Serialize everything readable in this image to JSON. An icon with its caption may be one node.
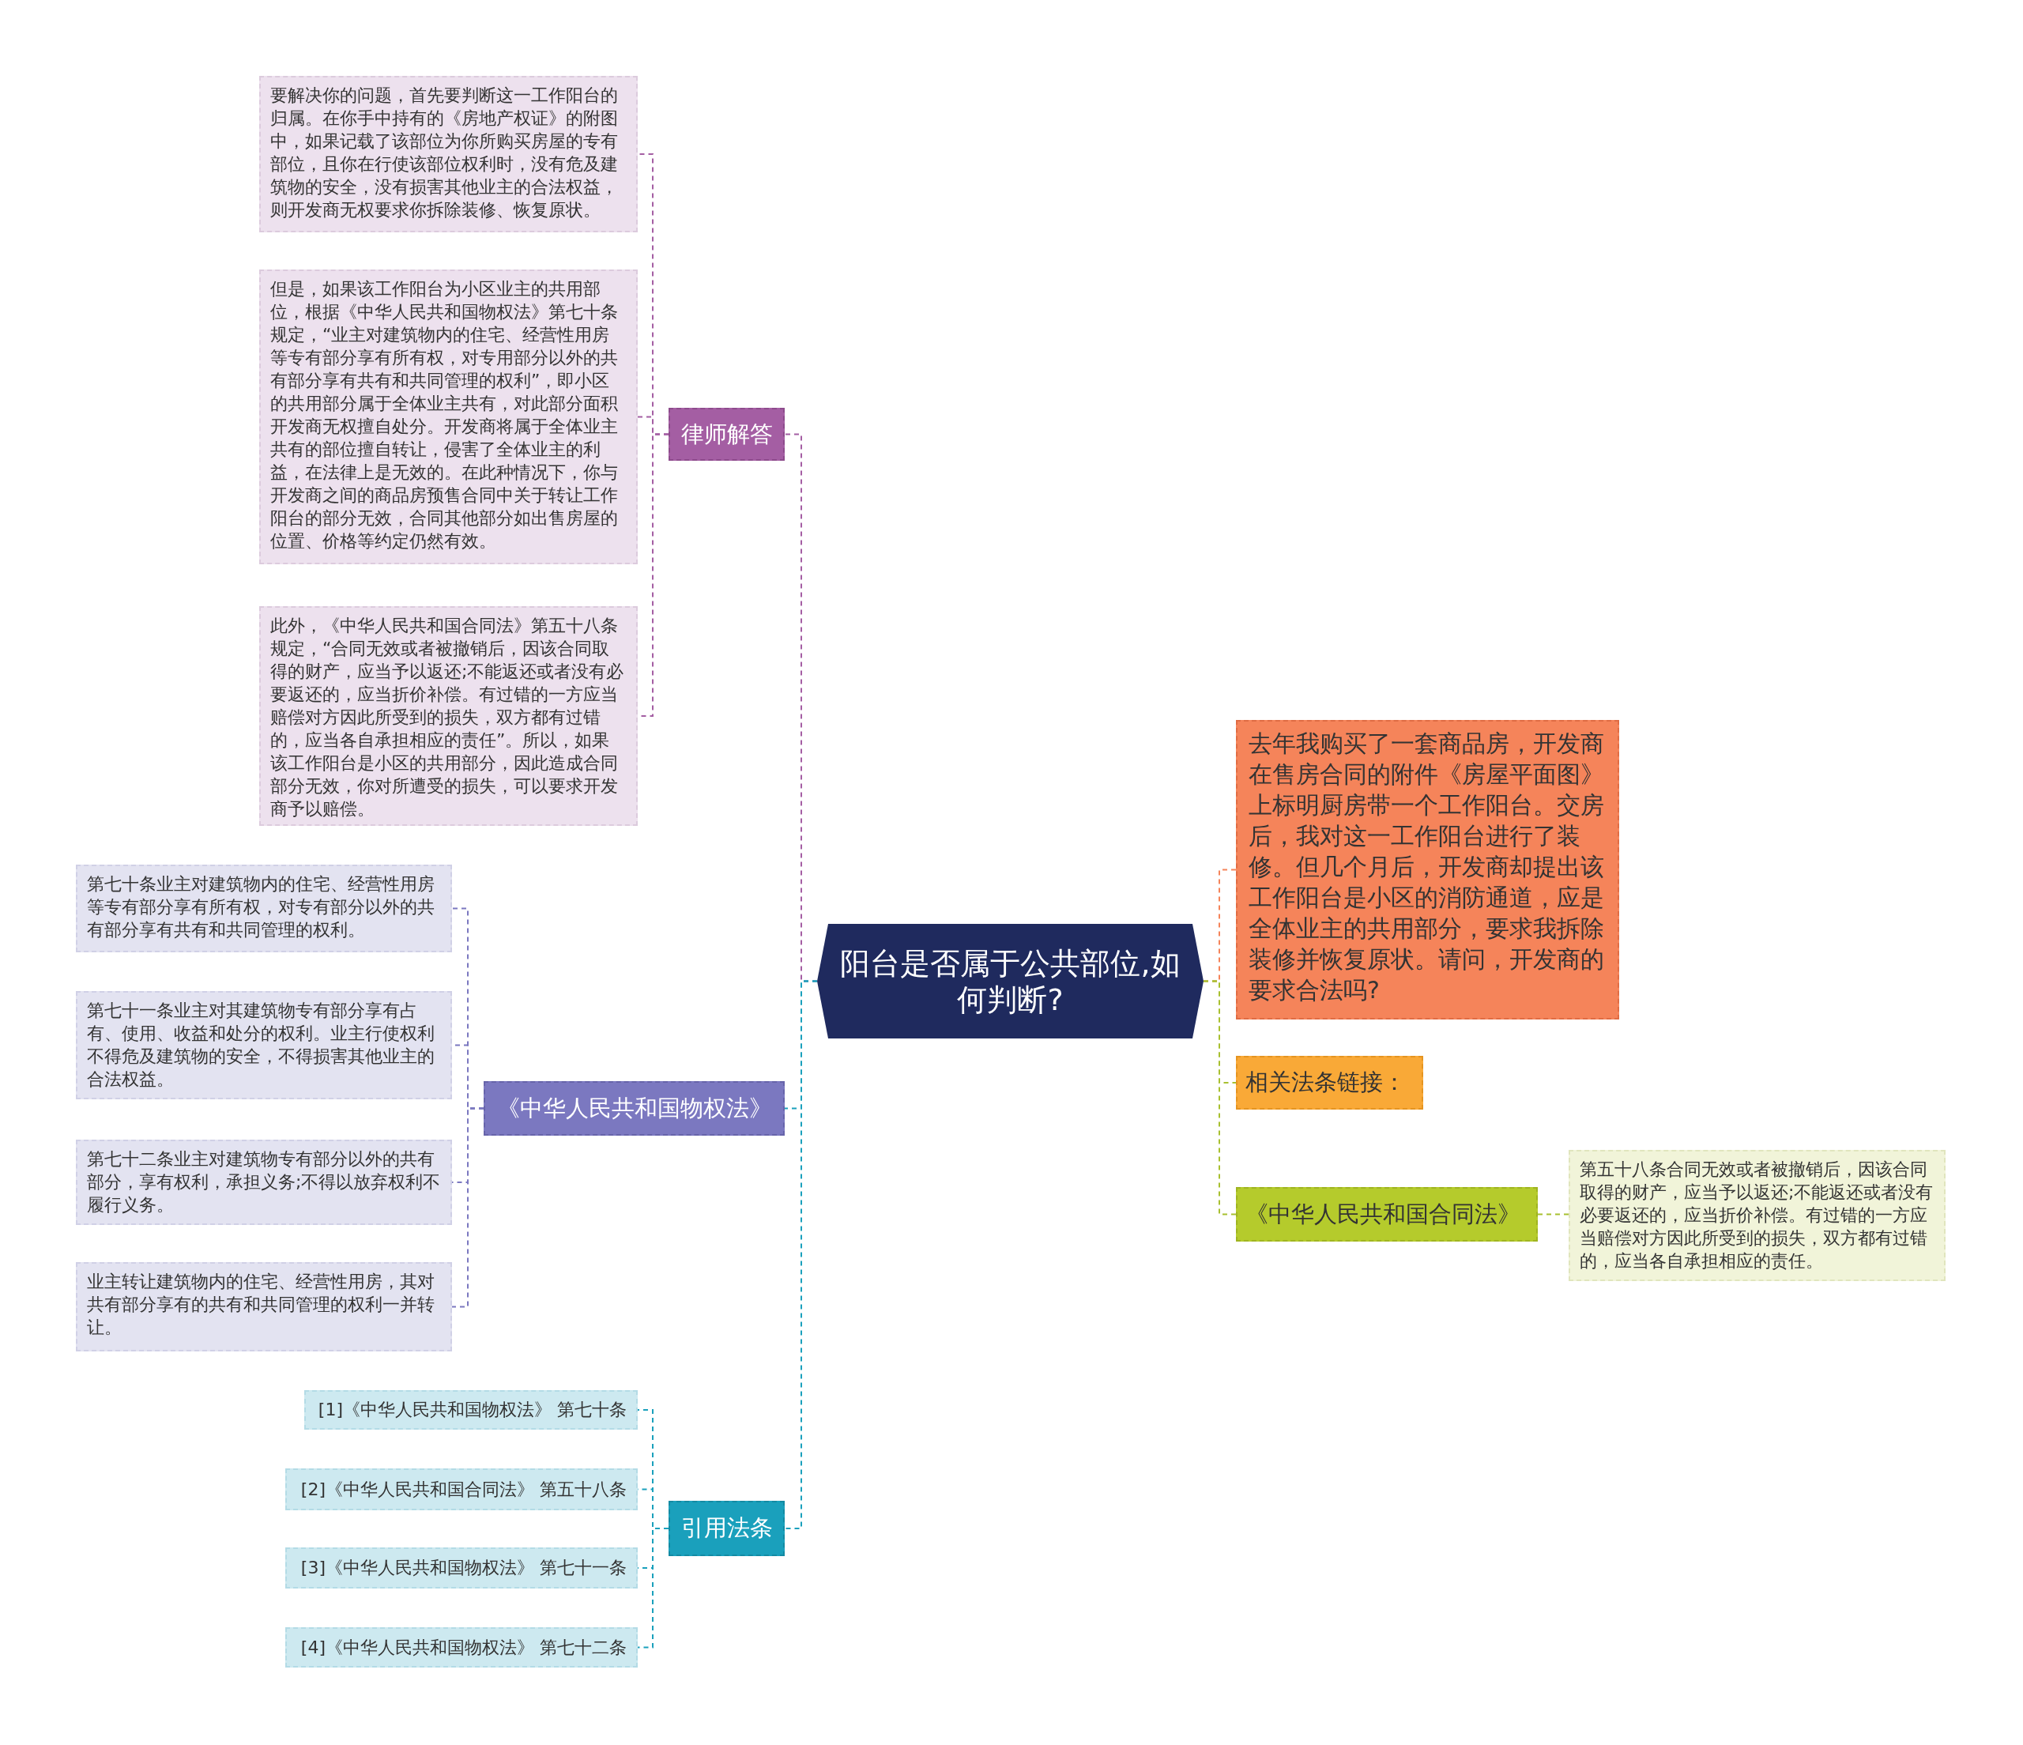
{
  "diagram": {
    "nodes": [
      {
        "text": [
          "阳台是否属于公共部位,如何判断?"
        ]
      },
      {
        "text": [
          "律师解答"
        ]
      },
      {
        "text": [
          "要解决你的问题，首先要判断这一工作阳台的归属。在你手中持有的《房地产权证》的附图中，如果记载了该部位为你所购买房屋的专有部位，且你在行使该部位权利时，没有危及建筑物的安全，没有损害其他业主的合法权益，则开发商无权要求你拆除装修、恢复原状。"
        ]
      },
      {
        "text": [
          "但是，如果该工作阳台为小区业主的共用部位，根据《中华人民共和国物权法》第七十条规定，“业主对建筑物内的住宅、经营性用房等专有部分享有所有权，对专用部分以外的共有部分享有共有和共同管理的权利”，即小区的共用部分属于全体业主共有，对此部分面积开发商无权擅自处分。开发商将属于全体业主共有的部位擅自转让，侵害了全体业主的利益，在法律上是无效的。在此种情况下，你与开发商之间的商品房预售合同中关于转让工作阳台的部分无效，合同其他部分如出售房屋的位置、价格等约定仍然有效。"
        ]
      },
      {
        "text": [
          "此外，《中华人民共和国合同法》第五十八条规定，“合同无效或者被撤销后，因该合同取得的财产，应当予以返还;不能返还或者没有必要返还的，应当折价补偿。有过错的一方应当赔偿对方因此所受到的损失，双方都有过错的，应当各自承担相应的责任”。所以，如果该工作阳台是小区的共用部分，因此造成合同部分无效，你对所遭受的损失，可以要求开发商予以赔偿。"
        ]
      },
      {
        "text": [
          "《中华人民共和国物权法》"
        ]
      },
      {
        "text": [
          "第七十条业主对建筑物内的住宅、经营性用房等专有部分享有所有权，对专有部分以外的共有部分享有共有和共同管理的权利。"
        ]
      },
      {
        "text": [
          "第七十一条业主对其建筑物专有部分享有占有、使用、收益和处分的权利。业主行使权利不得危及建筑物的安全，不得损害其他业主的合法权益。"
        ]
      },
      {
        "text": [
          "第七十二条业主对建筑物专有部分以外的共有部分，享有权利，承担义务;不得以放弃权利不履行义务。"
        ]
      },
      {
        "text": [
          "业主转让建筑物内的住宅、经营性用房，其对共有部分享有的共有和共同管理的权利一并转让。"
        ]
      },
      {
        "text": [
          "引用法条"
        ]
      },
      {
        "text": [
          "[1]《中华人民共和国物权法》 第七十条"
        ]
      },
      {
        "text": [
          "[2]《中华人民共和国合同法》 第五十八条"
        ]
      },
      {
        "text": [
          "[3]《中华人民共和国物权法》 第七十一条"
        ]
      },
      {
        "text": [
          "[4]《中华人民共和国物权法》 第七十二条"
        ]
      },
      {
        "text": [
          "去年我购买了一套商品房，开发商在售房合同的附件《房屋平面图》上标明厨房带一个工作阳台。交房后，我对这一工作阳台进行了装修。但几个月后，开发商却提出该工作阳台是小区的消防通道，应是全体业主的共用部分，要求我拆除装修并恢复原状。请问，开发商的要求合法吗?"
        ]
      },
      {
        "text": [
          "相关法条链接："
        ]
      },
      {
        "text": [
          "《中华人民共和国合同法》"
        ]
      },
      {
        "text": [
          "第五十八条合同无效或者被撤销后，因该合同取得的财产，应当予以返还;不能返还或者没有必要返还的，应当折价补偿。有过错的一方应当赔偿对方因此所受到的损失，双方都有过错的，应当各自承担相应的责任。"
        ]
      }
    ],
    "edges": [
      {
        "from": 0,
        "to": 1,
        "arrow": "none",
        "style": "dashed",
        "color": "#a45ea3"
      },
      {
        "from": 1,
        "to": 2,
        "arrow": "none",
        "style": "dashed",
        "color": "#a45ea3"
      },
      {
        "from": 1,
        "to": 3,
        "arrow": "none",
        "style": "dashed",
        "color": "#a45ea3"
      },
      {
        "from": 1,
        "to": 4,
        "arrow": "none",
        "style": "dashed",
        "color": "#a45ea3"
      },
      {
        "from": 0,
        "to": 5,
        "arrow": "none",
        "style": "dashed",
        "color": "#1aa0bc"
      },
      {
        "from": 5,
        "to": 6,
        "arrow": "none",
        "style": "dashed",
        "color": "#7b78c0"
      },
      {
        "from": 5,
        "to": 7,
        "arrow": "none",
        "style": "dashed",
        "color": "#7b78c0"
      },
      {
        "from": 5,
        "to": 8,
        "arrow": "none",
        "style": "dashed",
        "color": "#7b78c0"
      },
      {
        "from": 5,
        "to": 9,
        "arrow": "none",
        "style": "dashed",
        "color": "#7b78c0"
      },
      {
        "from": 0,
        "to": 10,
        "arrow": "none",
        "style": "dashed",
        "color": "#1aa0bc"
      },
      {
        "from": 10,
        "to": 11,
        "arrow": "none",
        "style": "dashed",
        "color": "#1aa0bc"
      },
      {
        "from": 10,
        "to": 12,
        "arrow": "none",
        "style": "dashed",
        "color": "#1aa0bc"
      },
      {
        "from": 10,
        "to": 13,
        "arrow": "none",
        "style": "dashed",
        "color": "#1aa0bc"
      },
      {
        "from": 10,
        "to": 14,
        "arrow": "none",
        "style": "dashed",
        "color": "#1aa0bc"
      },
      {
        "from": 0,
        "to": 15,
        "arrow": "none",
        "style": "dashed",
        "color": "#f5845a"
      },
      {
        "from": 0,
        "to": 16,
        "arrow": "none",
        "style": "dashed",
        "color": "#a8c030"
      },
      {
        "from": 0,
        "to": 17,
        "arrow": "none",
        "style": "dashed",
        "color": "#a8c030"
      },
      {
        "from": 17,
        "to": 18,
        "arrow": "none",
        "style": "dashed",
        "color": "#a8c030"
      }
    ]
  }
}
